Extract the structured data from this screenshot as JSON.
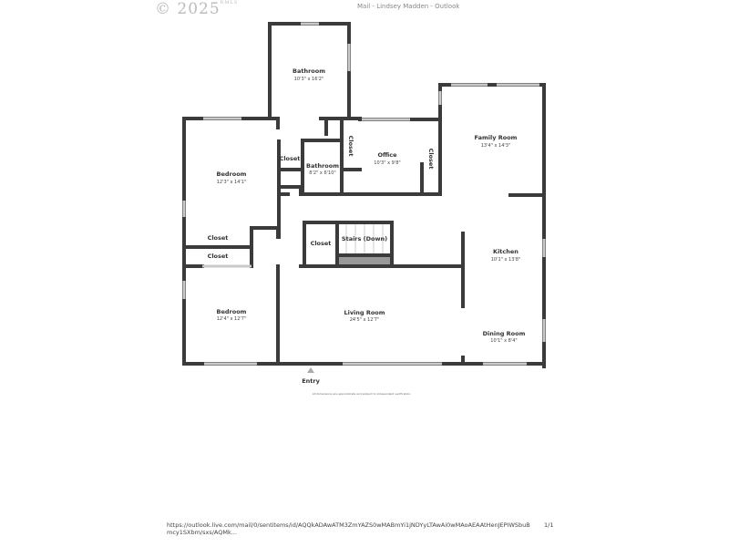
{
  "header": {
    "watermark": "© 2025",
    "watermark_suffix": "RMLS",
    "window_title": "Mail - Lindsey Madden - Outlook"
  },
  "floorplan": {
    "rooms": [
      {
        "name": "Bathroom",
        "dims": "10'3\" x 16'2\""
      },
      {
        "name": "Bedroom",
        "dims": "12'3\" x 14'1\""
      },
      {
        "name": "Closet"
      },
      {
        "name": "Bathroom",
        "dims": "8'2\" x 6'10\""
      },
      {
        "name": "Closet"
      },
      {
        "name": "Office",
        "dims": "10'3\" x 9'8\""
      },
      {
        "name": "Closet"
      },
      {
        "name": "Family Room",
        "dims": "13'4\" x 14'3\""
      },
      {
        "name": "Closet"
      },
      {
        "name": "Closet"
      },
      {
        "name": "Closet"
      },
      {
        "name": "Stairs (Down)"
      },
      {
        "name": "Kitchen",
        "dims": "10'1\" x 13'8\""
      },
      {
        "name": "Bedroom",
        "dims": "12'4\" x 12'7\""
      },
      {
        "name": "Living Room",
        "dims": "24'5\" x 12'7\""
      },
      {
        "name": "Dining Room",
        "dims": "10'1\" x 8'4\""
      }
    ],
    "entry_label": "Entry",
    "disclaimer": "All dimensions are approximate and subject to independent verification."
  },
  "footer": {
    "url": "https://outlook.live.com/mail/0/sentitems/id/AQQkADAwATM3ZmYAZS0wMABmYi1jNDYyLTAwAi0wMAoAEAAtHenJEPIWSbuBmcy1SXbm/sxs/AQMk...",
    "page": "1/1"
  }
}
